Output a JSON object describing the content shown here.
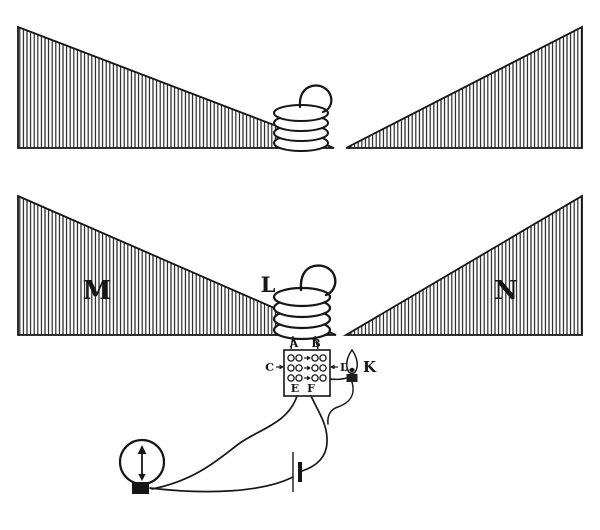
{
  "colors": {
    "ink": "#161616",
    "paper": "#ffffff"
  },
  "labels": {
    "left_plate": "M",
    "right_plate": "N",
    "coil": "L",
    "post_a": "A",
    "post_b": "B",
    "post_c": "C",
    "post_d": "D",
    "post_e": "E",
    "post_f": "F",
    "lamp": "K"
  }
}
